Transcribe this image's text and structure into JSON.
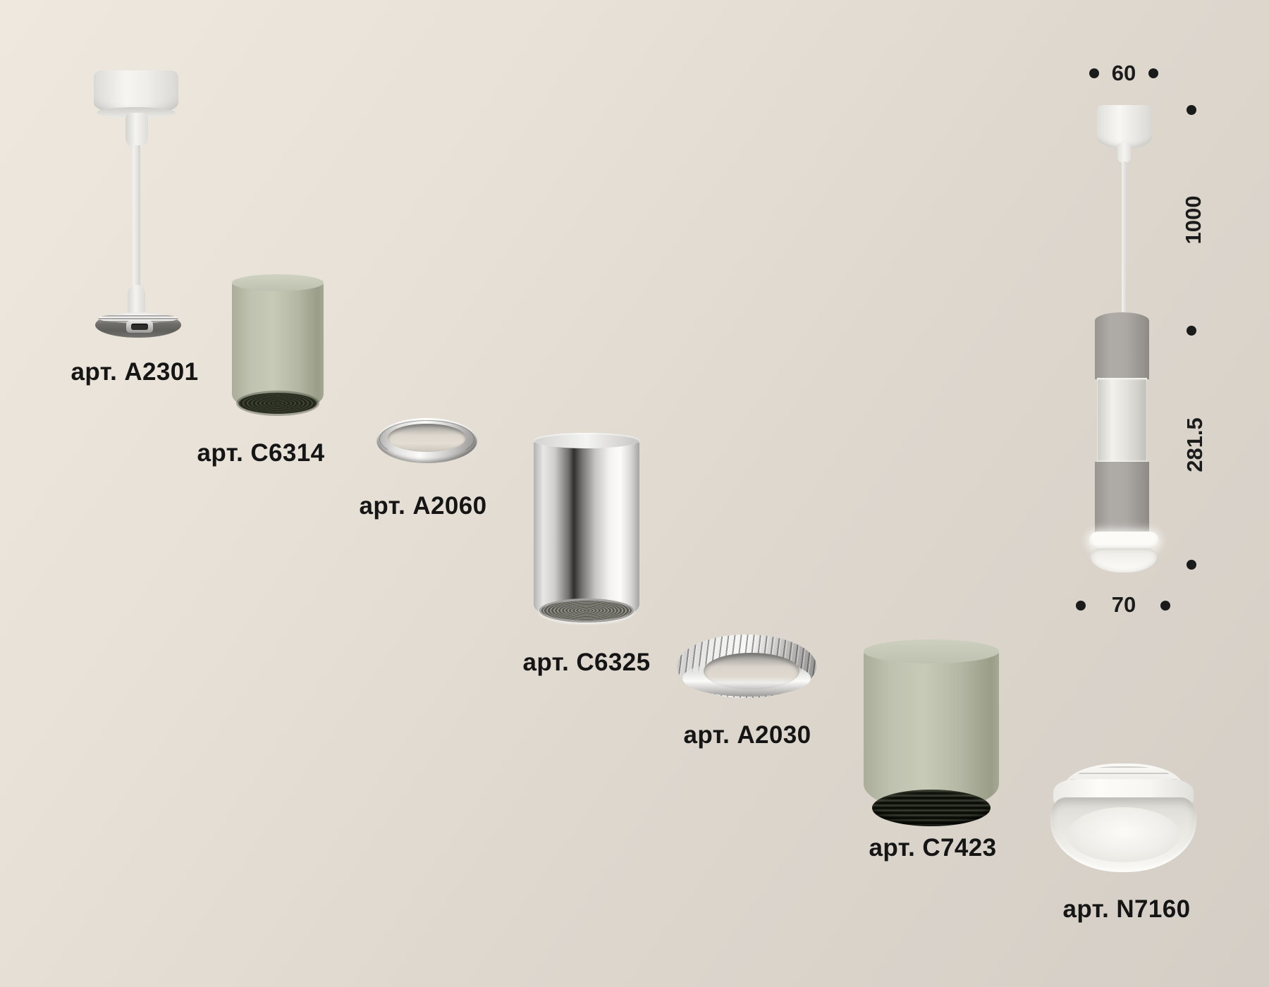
{
  "parts": [
    {
      "id": "A2301",
      "code": "арт. A2301"
    },
    {
      "id": "C6314",
      "code": "арт. C6314"
    },
    {
      "id": "A2060",
      "code": "арт. A2060"
    },
    {
      "id": "C6325",
      "code": "арт. C6325"
    },
    {
      "id": "A2030",
      "code": "арт. A2030"
    },
    {
      "id": "C7423",
      "code": "арт. C7423"
    },
    {
      "id": "N7160",
      "code": "арт. N7160"
    }
  ],
  "dimensions": {
    "canopy_diameter": "60",
    "suspension_length": "1000",
    "fixture_height": "281.5",
    "shade_diameter": "70"
  },
  "colors": {
    "background_top_left": "#ECE6DC",
    "background_bottom_right": "#D4CEC6",
    "sage_green": "#BCC0AD",
    "grey_metal": "#A5A19D",
    "chrome_highlight": "#FBFBF9",
    "label_text": "#151515"
  }
}
